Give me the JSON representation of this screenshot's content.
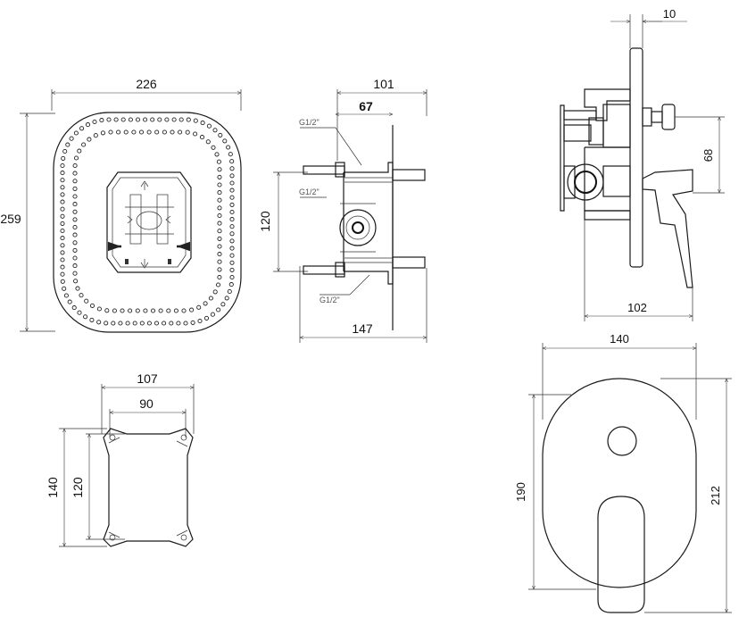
{
  "dimensions": {
    "front_width": "226",
    "front_height": "259",
    "box_depth": "101",
    "box_depth_inner": "67",
    "pipe_spacing": "120",
    "total_depth": "147",
    "plate_thickness": "10",
    "handle_offset": "68",
    "side_depth": "102",
    "cover_width": "140",
    "cover_height_inner": "190",
    "cover_height": "212",
    "bracket_width": "107",
    "bracket_inner_width": "90",
    "bracket_height": "140",
    "bracket_inner_height": "120"
  },
  "thread_labels": {
    "top": "G1/2\"",
    "middle": "G1/2\"",
    "bottom": "G1/2\""
  }
}
